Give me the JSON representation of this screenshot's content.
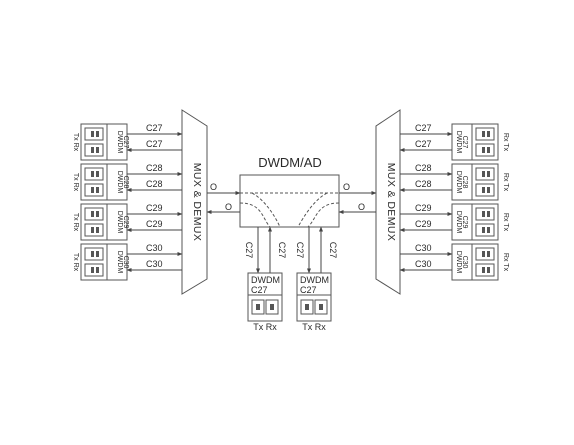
{
  "diagram": {
    "title": "DWDM/AD",
    "mux_label": "MUX & DEMUX",
    "module_type": "DWDM",
    "txrx_label": "Tx Rx",
    "rxtx_label": "Rx Tx",
    "ratio_label": "O",
    "channels": [
      "C27",
      "C28",
      "C29",
      "C30"
    ],
    "drop_channels": [
      "C27",
      "C27"
    ],
    "link_color": "#444444"
  }
}
